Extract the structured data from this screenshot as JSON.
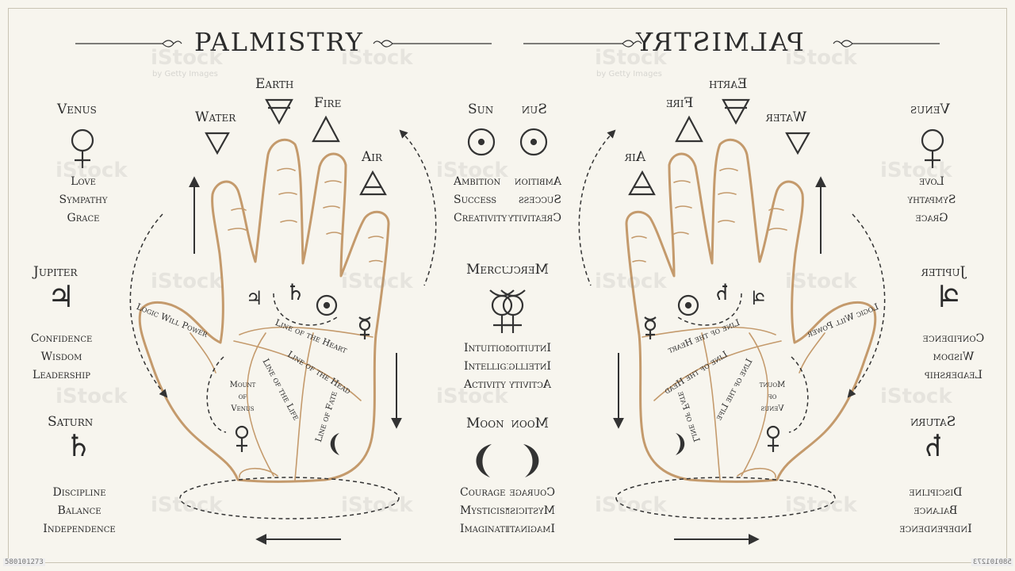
{
  "title": "PALMISTRY",
  "elements": {
    "water": "Water",
    "earth": "Earth",
    "fire": "Fire",
    "air": "Air"
  },
  "planets": {
    "venus": {
      "name": "Venus",
      "traits": [
        "Love",
        "Sympathy",
        "Grace"
      ]
    },
    "jupiter": {
      "name": "Jupiter",
      "traits": [
        "Confidence",
        "Wisdom",
        "Leadership"
      ]
    },
    "saturn": {
      "name": "Saturn",
      "traits": [
        "Discipline",
        "Balance",
        "Independence"
      ]
    },
    "sun": {
      "name": "Sun",
      "traits": [
        "Ambition",
        "Success",
        "Creativity"
      ]
    },
    "mercury": {
      "name": "Mercury",
      "traits": [
        "Intuition",
        "Intelligence",
        "Activity"
      ]
    },
    "moon": {
      "name": "Moon",
      "traits": [
        "Courage",
        "Mysticism",
        "Imagination"
      ]
    }
  },
  "palm_labels": {
    "logic_will_power": "Logic Will Power",
    "line_of_heart": "Line of the Heart",
    "line_of_head": "Line of the Head",
    "line_of_life": "Line of the Life",
    "line_of_fate": "Line of Fate",
    "mount_of_venus": [
      "Mount",
      "of",
      "Venus"
    ]
  },
  "watermark": "iStock",
  "watermark_sub": "by Getty Images",
  "image_id": "580101273"
}
